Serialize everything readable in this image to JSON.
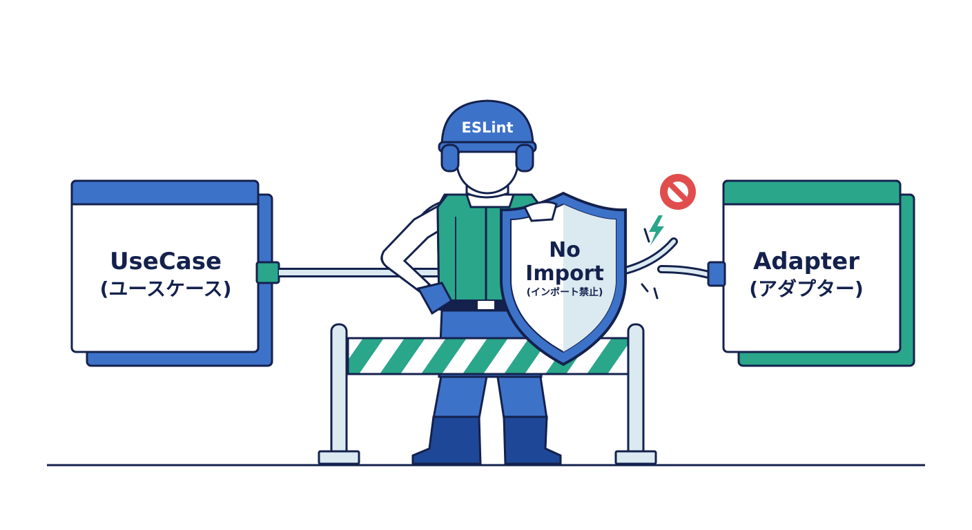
{
  "colors": {
    "navy": "#14214d",
    "blue": "#3d72c9",
    "teal": "#2aa68a",
    "light": "#dbe9f1",
    "red": "#e14d4d",
    "white": "#ffffff"
  },
  "usecase": {
    "title": "UseCase",
    "subtitle": "(ユースケース)"
  },
  "adapter": {
    "title": "Adapter",
    "subtitle": "(アダプター)"
  },
  "guard": {
    "helmet_text": "ESLint"
  },
  "shield": {
    "line1": "No",
    "line2": "Import",
    "line3": "(インポート禁止)"
  },
  "icons": {
    "blocked": "prohibited-icon",
    "spark": "lightning-icon"
  }
}
